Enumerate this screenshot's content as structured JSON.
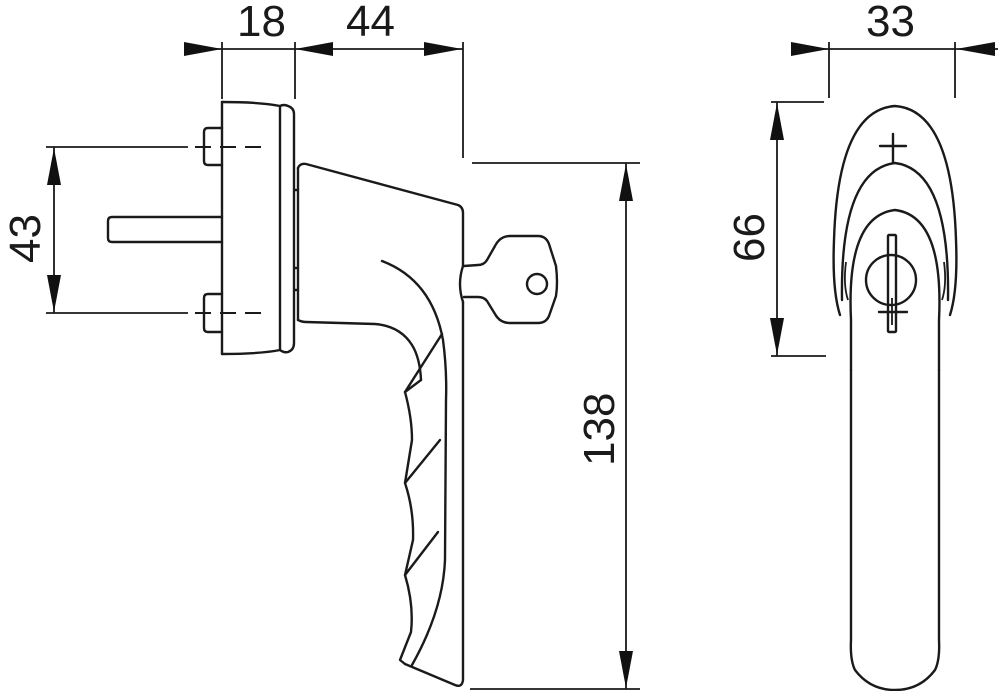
{
  "drawing": {
    "title": "Window handle with key lock — dimension drawing",
    "line_color": "#1a1a1a",
    "background": "#ffffff",
    "units": "mm"
  },
  "dimensions": {
    "rosette_depth": "18",
    "handle_projection": "44",
    "screw_spacing": "43",
    "handle_length": "138",
    "front_width": "33",
    "front_rosette_height": "66"
  },
  "views": [
    {
      "name": "side-view",
      "components": [
        "rosette",
        "fixing-screws",
        "square-spindle",
        "handle-lever",
        "key"
      ]
    },
    {
      "name": "front-view",
      "components": [
        "oval-rosette",
        "lock-cylinder",
        "handle-grip"
      ]
    }
  ]
}
